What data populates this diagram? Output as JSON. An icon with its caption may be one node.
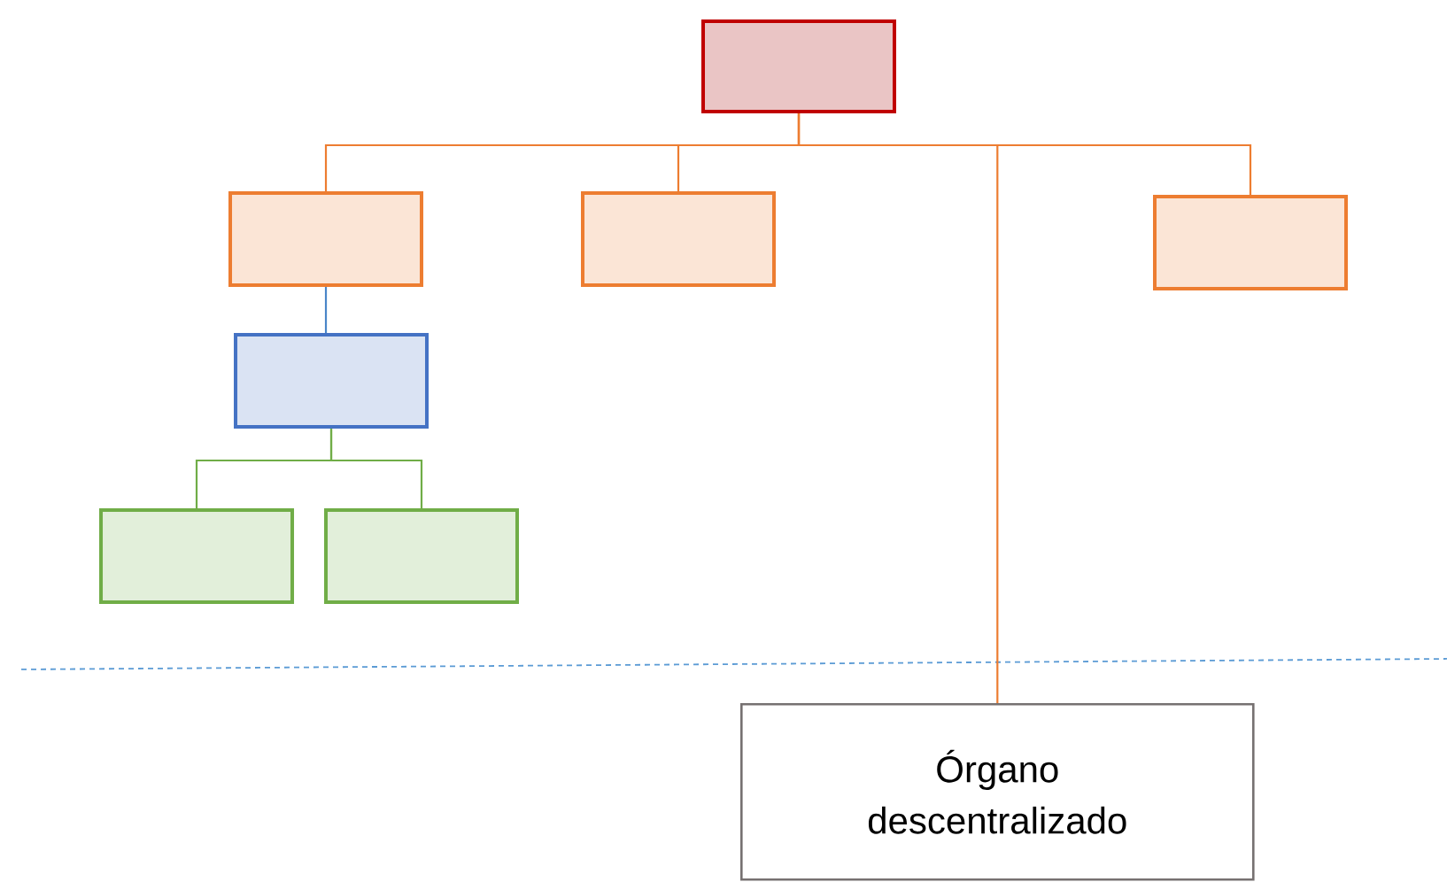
{
  "diagram": {
    "nodes": [
      {
        "text": [],
        "shape": "box"
      },
      {
        "text": [],
        "shape": "box"
      },
      {
        "text": [],
        "shape": "box"
      },
      {
        "text": [],
        "shape": "box"
      },
      {
        "text": [],
        "shape": "box"
      },
      {
        "text": [],
        "shape": "box"
      },
      {
        "text": [],
        "shape": "box"
      },
      {
        "text": [
          "Órgano descentralizado"
        ]
      }
    ],
    "edges": [
      {
        "from": 0,
        "to": 1,
        "arrow": "none"
      },
      {
        "from": 0,
        "to": 2,
        "arrow": "none"
      },
      {
        "from": 0,
        "to": 3,
        "arrow": "none"
      },
      {
        "from": 0,
        "to": 7,
        "arrow": "none"
      },
      {
        "from": 1,
        "to": 4,
        "arrow": "none",
        "color": "#4a86c8"
      },
      {
        "from": 4,
        "to": 5,
        "arrow": "none",
        "color": "#70ad47"
      },
      {
        "from": 4,
        "to": 6,
        "arrow": "none",
        "color": "#70ad47"
      }
    ]
  }
}
